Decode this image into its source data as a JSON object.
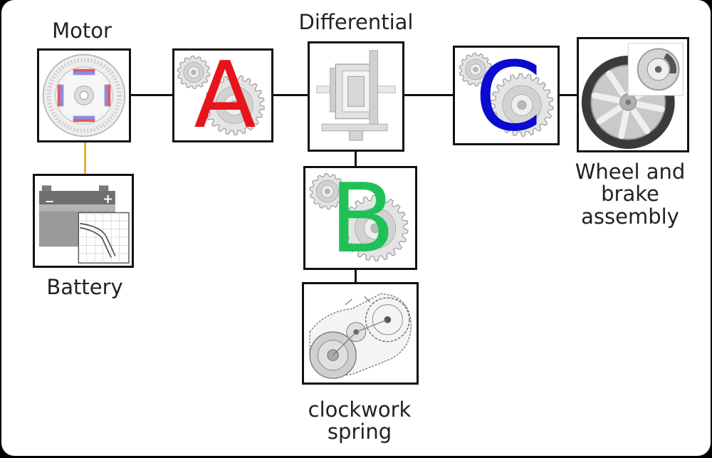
{
  "labels": {
    "motor": "Motor",
    "differential": "Differential",
    "battery": "Battery",
    "wheel_line1": "Wheel and",
    "wheel_line2": "brake",
    "wheel_line3": "assembly",
    "spring_line1": "clockwork",
    "spring_line2": "spring"
  },
  "gears": [
    {
      "letter": "A",
      "color": "#e8141c"
    },
    {
      "letter": "B",
      "color": "#1fc157"
    },
    {
      "letter": "C",
      "color": "#0a0ad0"
    }
  ],
  "battery_symbols": {
    "minus": "−",
    "plus": "+"
  },
  "colors": {
    "wire": "#e0b43a",
    "line": "#111111"
  }
}
